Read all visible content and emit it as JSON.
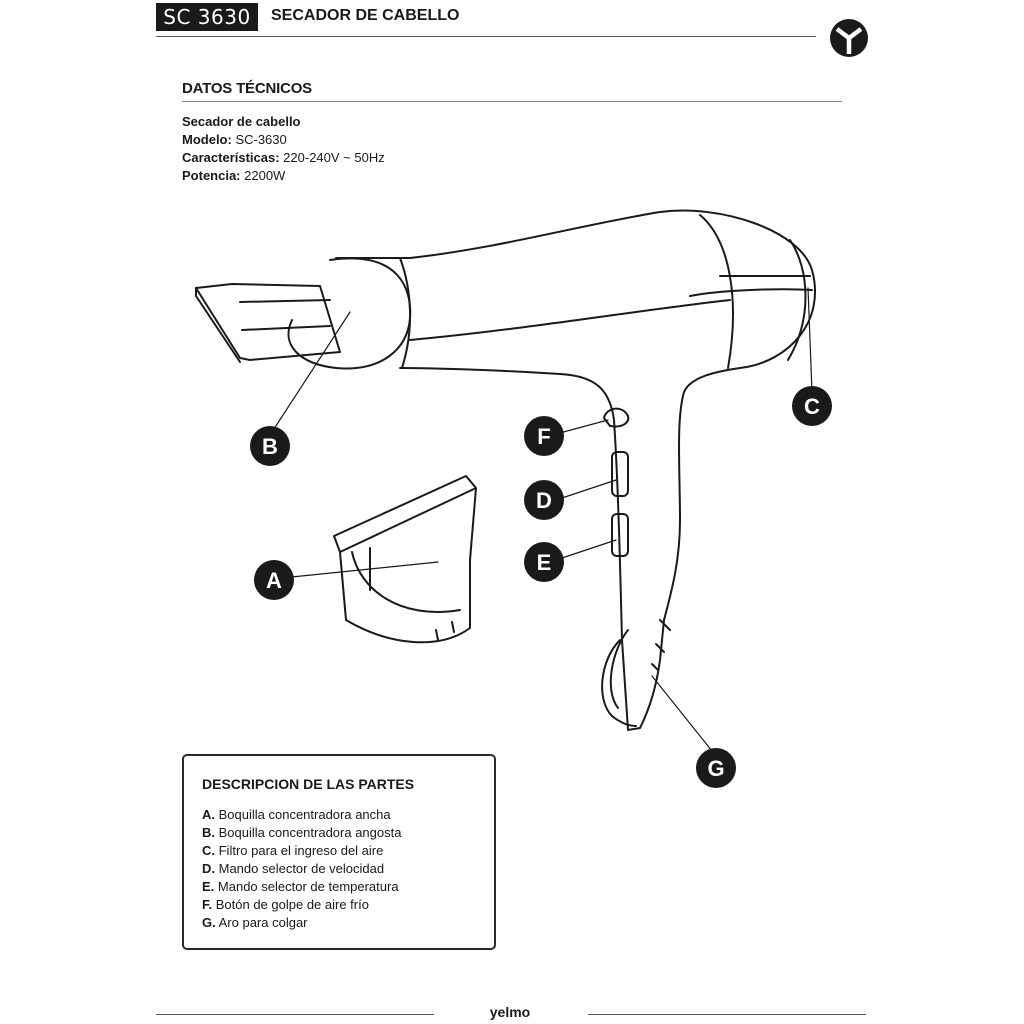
{
  "header": {
    "model_badge": "SC 3630",
    "title": "SECADOR DE CABELLO"
  },
  "technical": {
    "section_title": "DATOS TÉCNICOS",
    "product_name": "Secador de cabello",
    "specs": [
      {
        "label": "Modelo:",
        "value": " SC-3630"
      },
      {
        "label": "Características:",
        "value": " 220-240V ~ 50Hz"
      },
      {
        "label": "Potencia:",
        "value": " 2200W"
      }
    ]
  },
  "callouts": [
    "A",
    "B",
    "C",
    "D",
    "E",
    "F",
    "G"
  ],
  "parts": {
    "title": "DESCRIPCION DE LAS PARTES",
    "items": [
      {
        "letter": "A.",
        "text": " Boquilla concentradora ancha"
      },
      {
        "letter": "B.",
        "text": " Boquilla concentradora angosta"
      },
      {
        "letter": "C.",
        "text": " Filtro para el ingreso del aire"
      },
      {
        "letter": "D.",
        "text": " Mando selector de velocidad"
      },
      {
        "letter": "E.",
        "text": " Mando selector de temperatura"
      },
      {
        "letter": "F.",
        "text": " Botón de golpe de aire frío"
      },
      {
        "letter": "G.",
        "text": " Aro para colgar"
      }
    ]
  },
  "footer": {
    "brand": "yelmo"
  },
  "colors": {
    "ink": "#1a1a1a",
    "paper": "#ffffff"
  }
}
